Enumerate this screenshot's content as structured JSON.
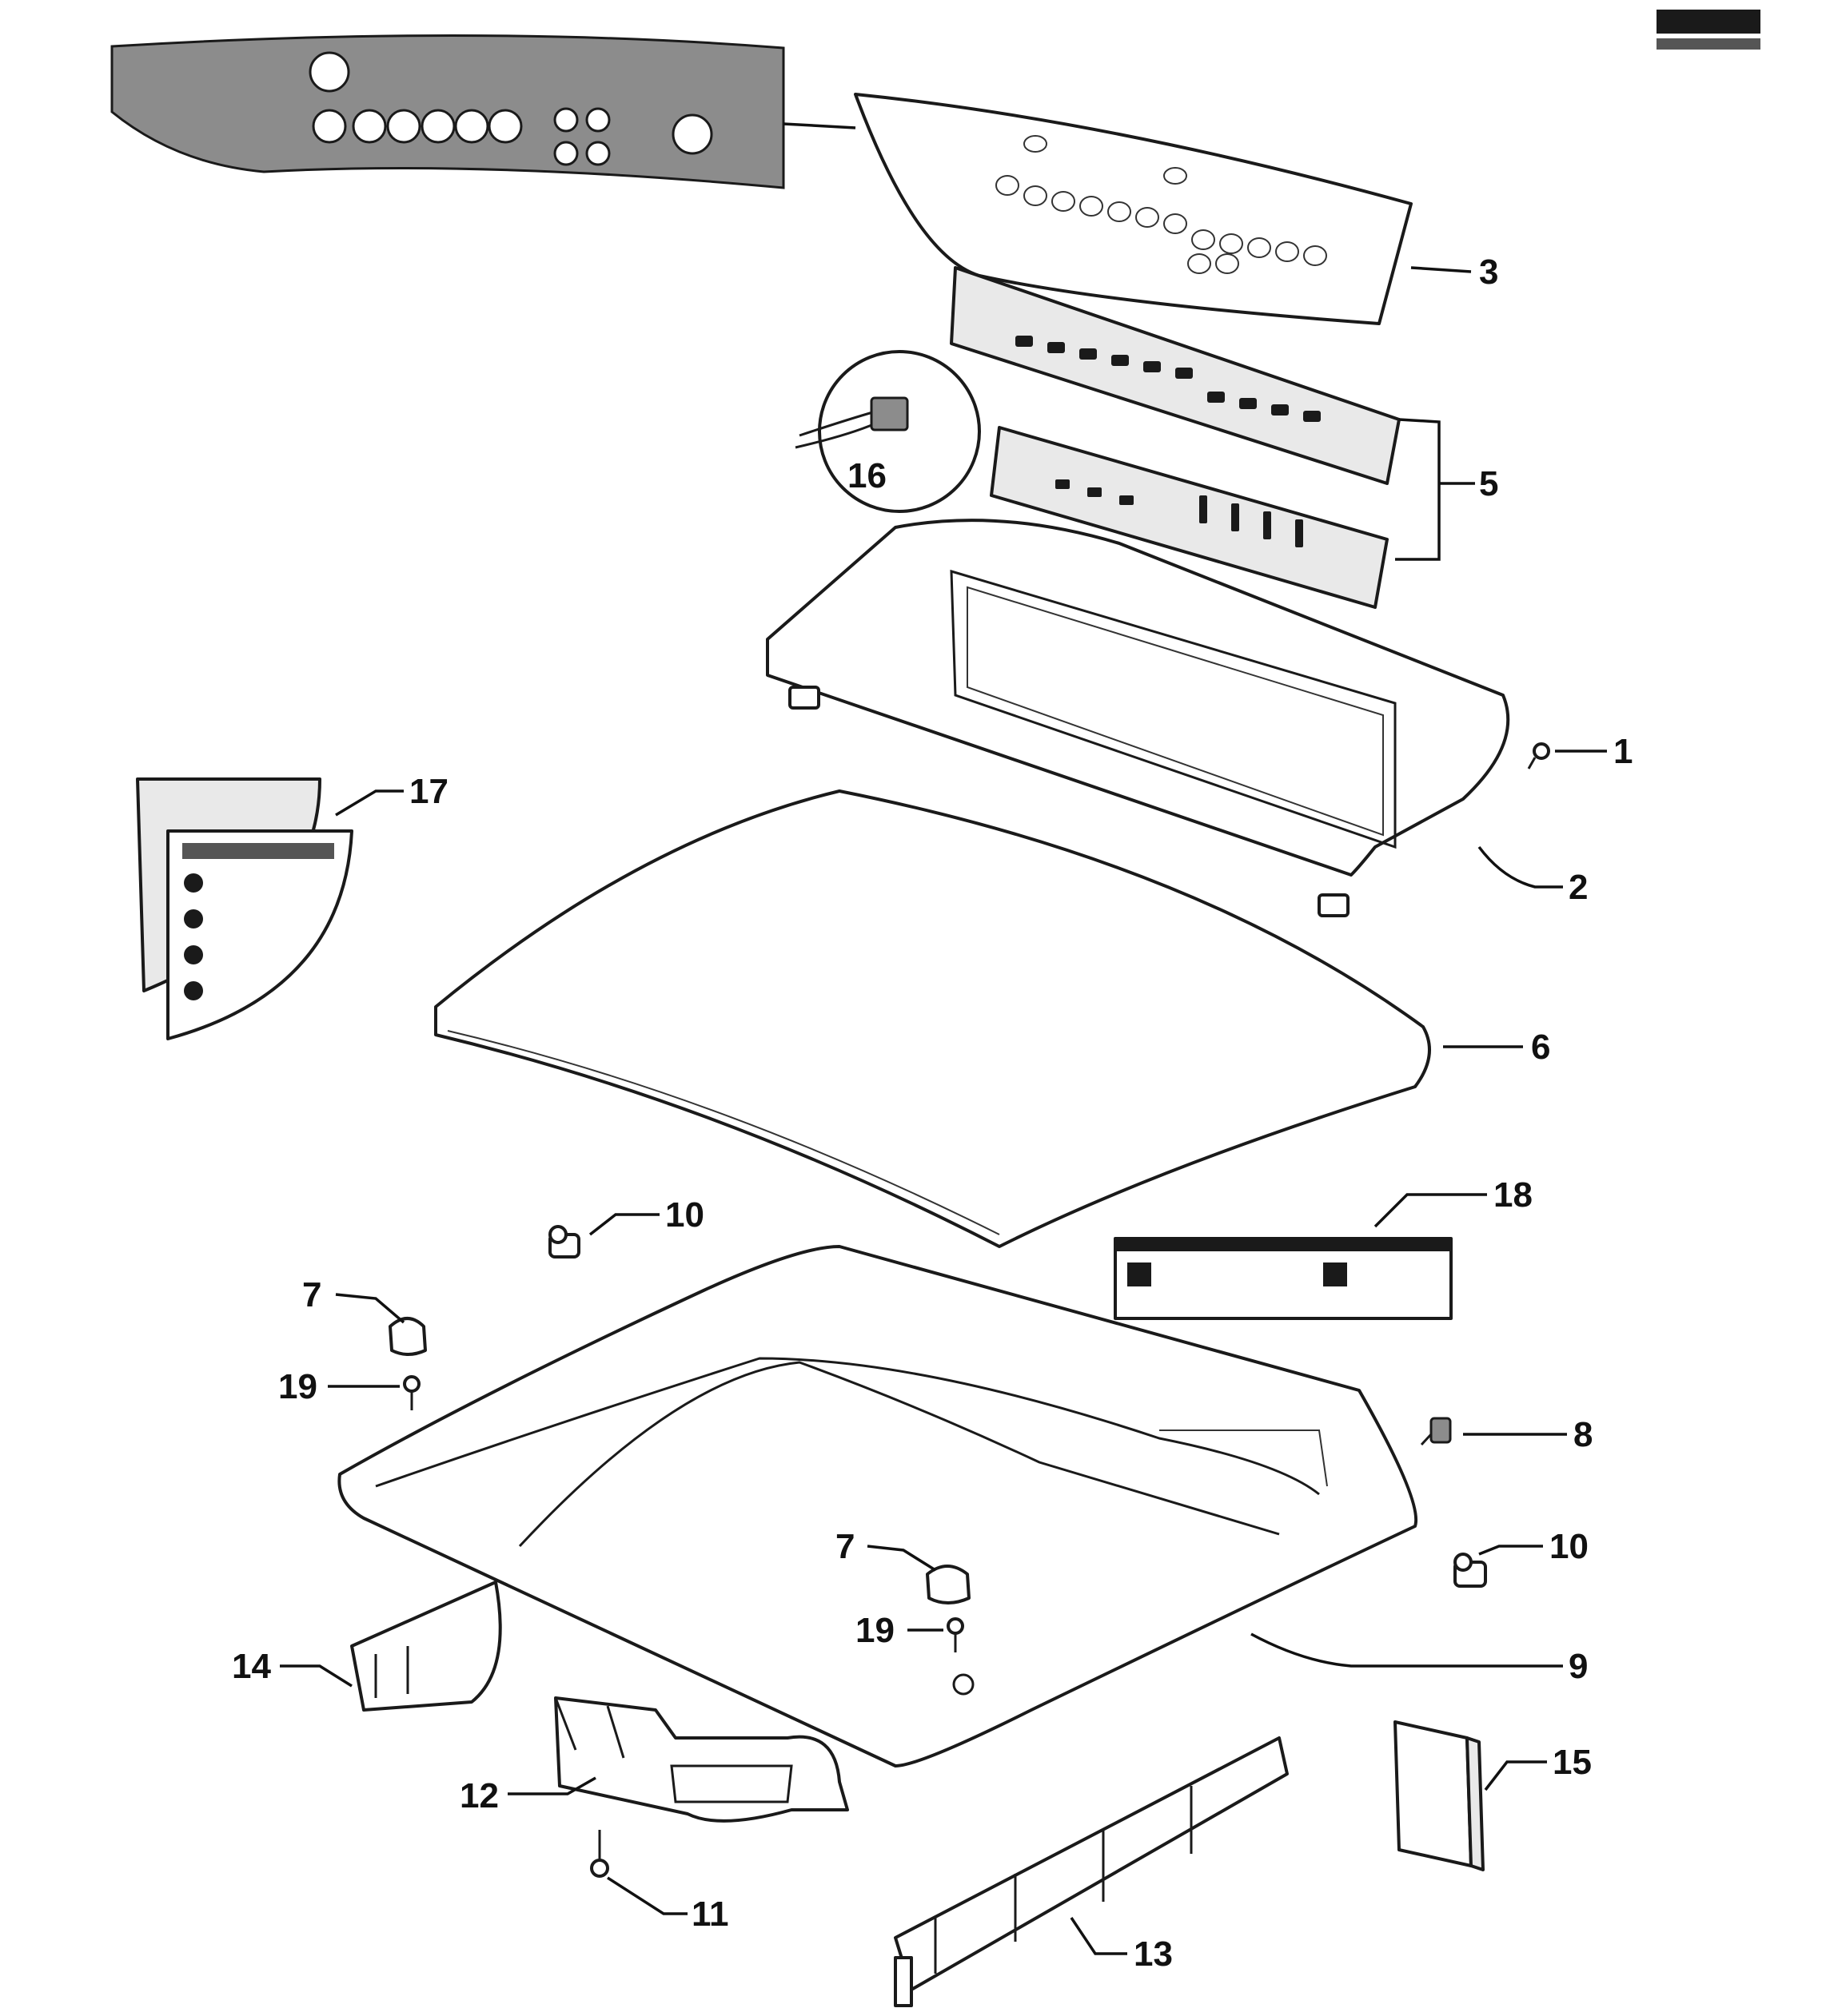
{
  "callouts": [
    {
      "id": "1",
      "text": "1"
    },
    {
      "id": "2",
      "text": "2"
    },
    {
      "id": "3",
      "text": "3"
    },
    {
      "id": "5",
      "text": "5"
    },
    {
      "id": "6",
      "text": "6"
    },
    {
      "id": "7a",
      "text": "7"
    },
    {
      "id": "7b",
      "text": "7"
    },
    {
      "id": "8",
      "text": "8"
    },
    {
      "id": "9",
      "text": "9"
    },
    {
      "id": "10a",
      "text": "10"
    },
    {
      "id": "10b",
      "text": "10"
    },
    {
      "id": "11",
      "text": "11"
    },
    {
      "id": "12",
      "text": "12"
    },
    {
      "id": "13",
      "text": "13"
    },
    {
      "id": "14",
      "text": "14"
    },
    {
      "id": "15",
      "text": "15"
    },
    {
      "id": "16",
      "text": "16"
    },
    {
      "id": "17",
      "text": "17"
    },
    {
      "id": "18",
      "text": "18"
    },
    {
      "id": "19a",
      "text": "19"
    },
    {
      "id": "19b",
      "text": "19"
    }
  ],
  "colors": {
    "line": "#1a1a1a",
    "panel_texture": "#8c8c8c",
    "background": "#ffffff"
  }
}
